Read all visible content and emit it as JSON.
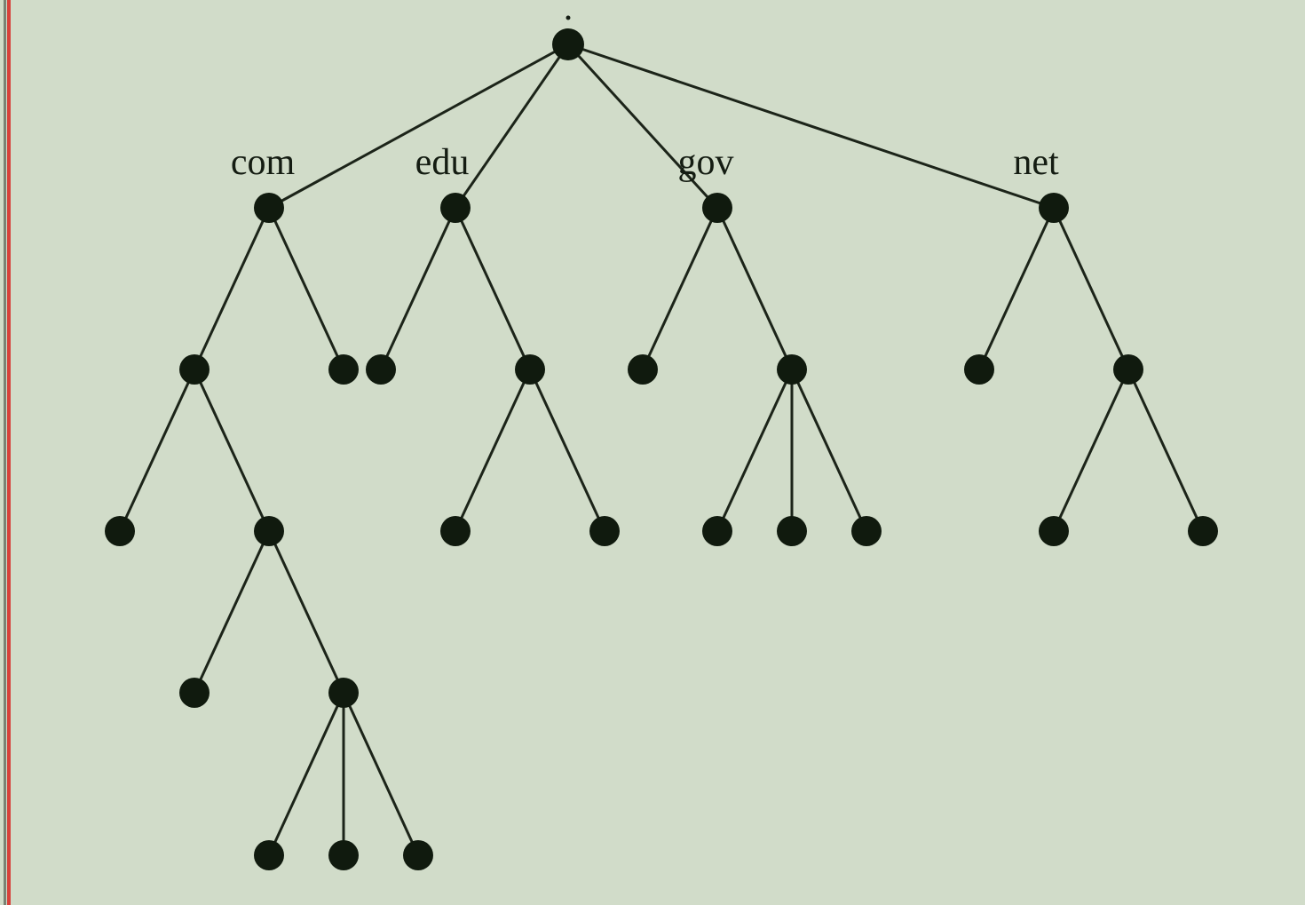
{
  "diagram": {
    "type": "tree",
    "root_label": ".",
    "tld_labels": [
      "com",
      "edu",
      "gov",
      "net"
    ],
    "nodes": [
      {
        "id": "root",
        "parent": null,
        "label": ".",
        "level": 0
      },
      {
        "id": "com",
        "parent": "root",
        "label": "com",
        "level": 1
      },
      {
        "id": "edu",
        "parent": "root",
        "label": "edu",
        "level": 1
      },
      {
        "id": "gov",
        "parent": "root",
        "label": "gov",
        "level": 1
      },
      {
        "id": "net",
        "parent": "root",
        "label": "net",
        "level": 1
      },
      {
        "id": "com-a",
        "parent": "com",
        "level": 2
      },
      {
        "id": "com-b",
        "parent": "com",
        "level": 2
      },
      {
        "id": "edu-a",
        "parent": "edu",
        "level": 2
      },
      {
        "id": "edu-b",
        "parent": "edu",
        "level": 2
      },
      {
        "id": "gov-a",
        "parent": "gov",
        "level": 2
      },
      {
        "id": "gov-b",
        "parent": "gov",
        "level": 2
      },
      {
        "id": "net-a",
        "parent": "net",
        "level": 2
      },
      {
        "id": "net-b",
        "parent": "net",
        "level": 2
      },
      {
        "id": "com-a-1",
        "parent": "com-a",
        "level": 3
      },
      {
        "id": "com-a-2",
        "parent": "com-a",
        "level": 3
      },
      {
        "id": "edu-b-1",
        "parent": "edu-b",
        "level": 3
      },
      {
        "id": "edu-b-2",
        "parent": "edu-b",
        "level": 3
      },
      {
        "id": "gov-b-1",
        "parent": "gov-b",
        "level": 3
      },
      {
        "id": "gov-b-2",
        "parent": "gov-b",
        "level": 3
      },
      {
        "id": "gov-b-3",
        "parent": "gov-b",
        "level": 3
      },
      {
        "id": "net-b-1",
        "parent": "net-b",
        "level": 3
      },
      {
        "id": "net-b-2",
        "parent": "net-b",
        "level": 3
      },
      {
        "id": "com-a-2-1",
        "parent": "com-a-2",
        "level": 4
      },
      {
        "id": "com-a-2-2",
        "parent": "com-a-2",
        "level": 4
      },
      {
        "id": "com-a-2-2-1",
        "parent": "com-a-2-2",
        "level": 5
      },
      {
        "id": "com-a-2-2-2",
        "parent": "com-a-2-2",
        "level": 5
      },
      {
        "id": "com-a-2-2-3",
        "parent": "com-a-2-2",
        "level": 5
      }
    ],
    "colors": {
      "background": "#d1dcc9",
      "node": "#101a0e",
      "edge": "#1c2419",
      "accent_bar": "#d7413b"
    }
  }
}
